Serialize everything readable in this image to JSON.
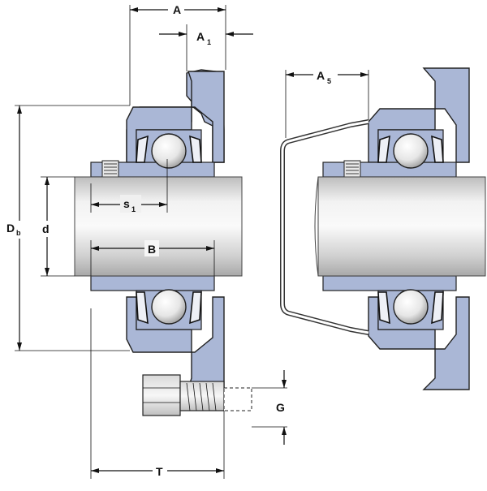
{
  "diagram": {
    "labels": {
      "A": "A",
      "A1_main": "A",
      "A1_sub": "1",
      "A5_main": "A",
      "A5_sub": "5",
      "Db_main": "D",
      "Db_sub": "b",
      "d": "d",
      "s1_main": "s",
      "s1_sub": "1",
      "B": "B",
      "G": "G",
      "T": "T"
    },
    "colors": {
      "housing": "#aab7d6",
      "housing_dark": "#7f8fb8",
      "shaft_light": "#f4f4f4",
      "shaft_mid": "#d6d6d6",
      "shaft_dark": "#b5b5b5",
      "line": "#111111"
    }
  }
}
